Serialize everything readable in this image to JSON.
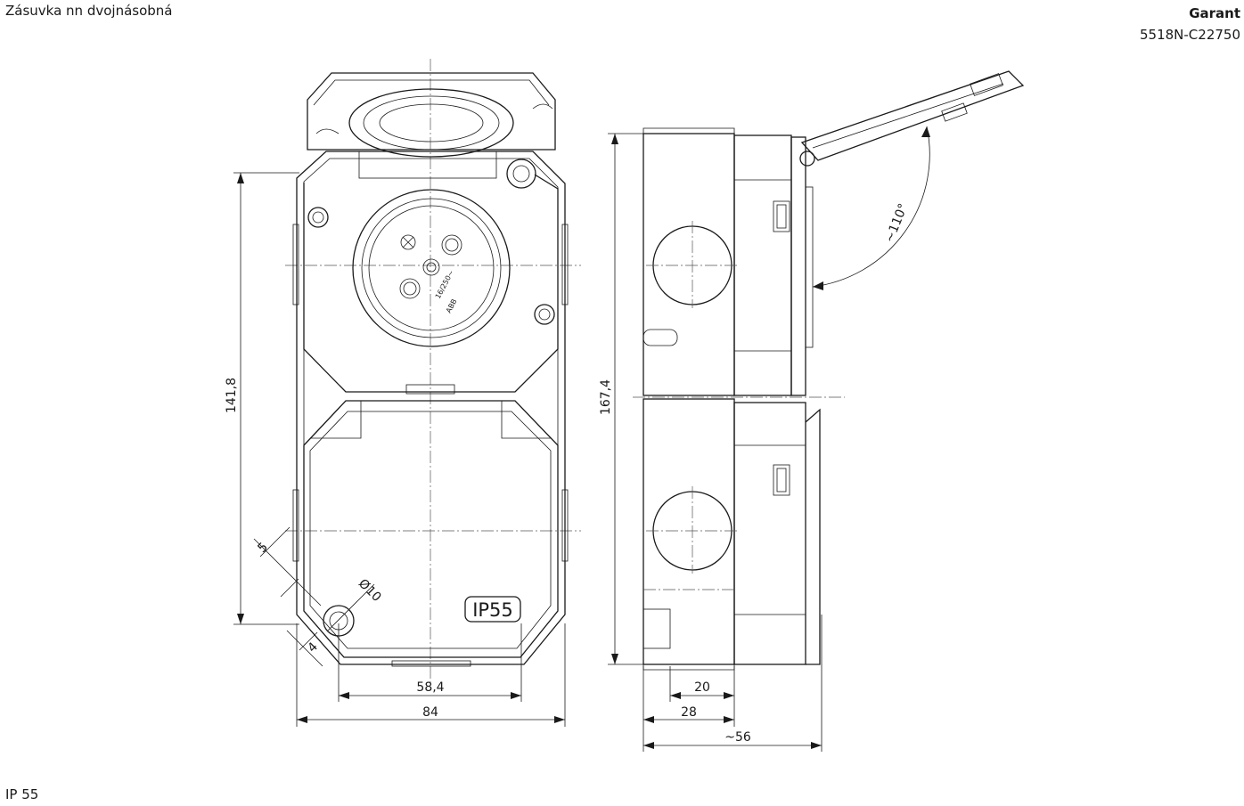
{
  "header": {
    "product_name": "Zásuvka nn dvojnásobná",
    "brand": "Garant",
    "article_code": "5518N-C22750"
  },
  "footer": {
    "protection_class": "IP 55"
  },
  "front_view": {
    "dim_height": "141,8",
    "dim_width": "84",
    "dim_hole_spacing": "58,4",
    "dim_offset": "5",
    "dim_edge": "4",
    "dim_hole_diameter": "Ø10",
    "ip_badge": "IP55",
    "socket_rating": "16/250~",
    "socket_logo": "ABB"
  },
  "side_view": {
    "dim_height": "167,4",
    "dim_angle": "~110°",
    "dim_20": "20",
    "dim_28": "28",
    "dim_depth": "~56"
  }
}
